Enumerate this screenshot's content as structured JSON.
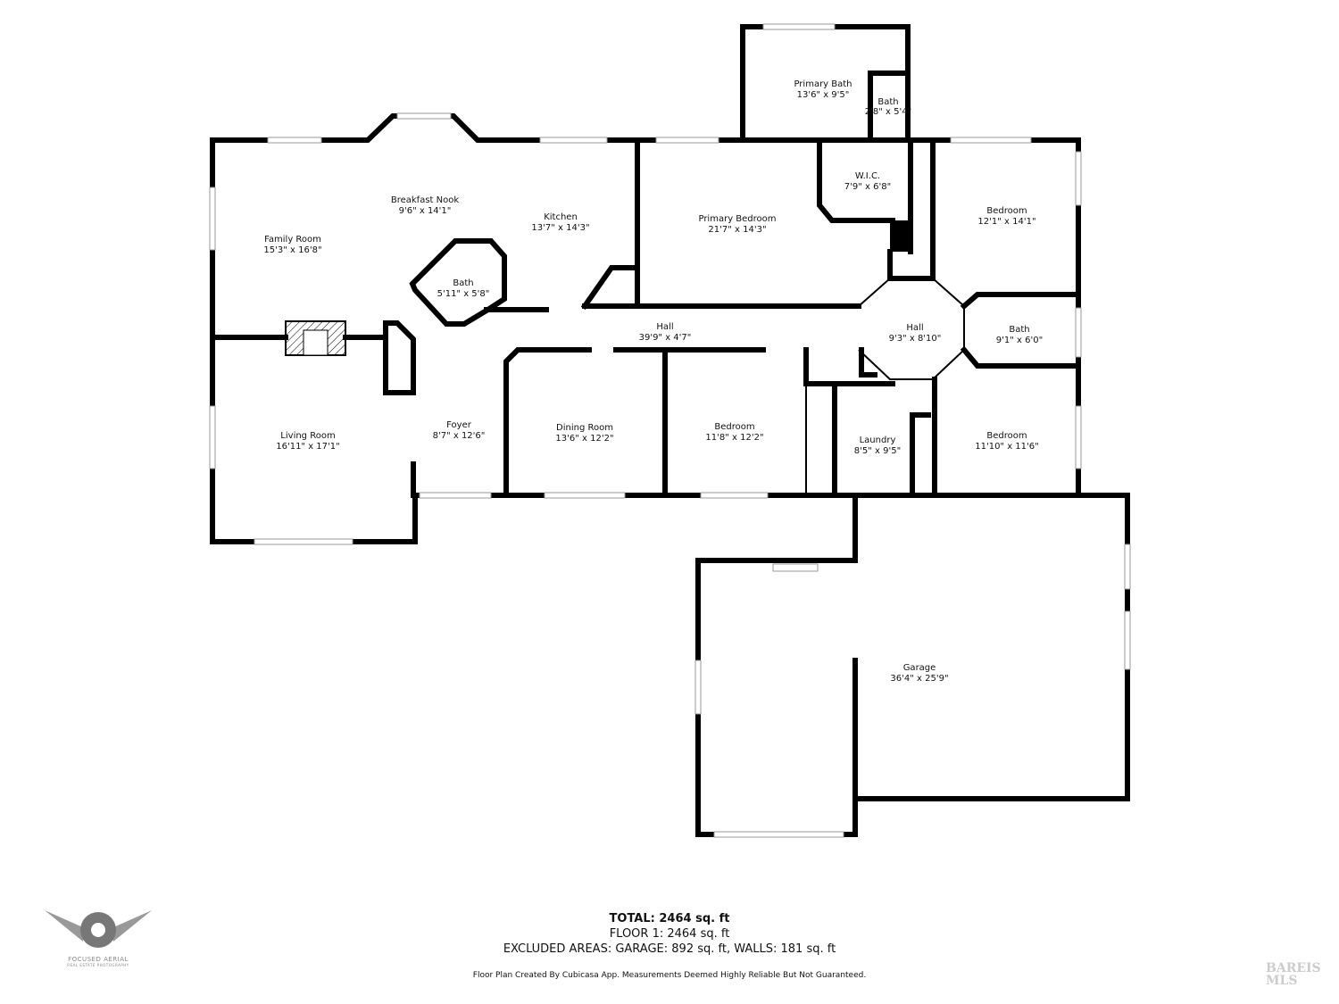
{
  "rooms": [
    {
      "name": "Primary Bath",
      "dims": "13'6\" x 9'5\""
    },
    {
      "name": "Bath",
      "dims": "2'8\" x 5'4\""
    },
    {
      "name": "W.I.C.",
      "dims": "7'9\" x 6'8\""
    },
    {
      "name": "Bedroom",
      "dims": "12'1\" x 14'1\""
    },
    {
      "name": "Breakfast Nook",
      "dims": "9'6\" x 14'1\""
    },
    {
      "name": "Kitchen",
      "dims": "13'7\" x 14'3\""
    },
    {
      "name": "Primary Bedroom",
      "dims": "21'7\" x 14'3\""
    },
    {
      "name": "Family Room",
      "dims": "15'3\" x 16'8\""
    },
    {
      "name": "Bath",
      "dims": "5'11\" x 5'8\""
    },
    {
      "name": "Hall",
      "dims": "39'9\" x 4'7\""
    },
    {
      "name": "Hall",
      "dims": "9'3\" x 8'10\""
    },
    {
      "name": "Bath",
      "dims": "9'1\" x 6'0\""
    },
    {
      "name": "Foyer",
      "dims": "8'7\" x 12'6\""
    },
    {
      "name": "Dining Room",
      "dims": "13'6\" x 12'2\""
    },
    {
      "name": "Bedroom",
      "dims": "11'8\" x 12'2\""
    },
    {
      "name": "Laundry",
      "dims": "8'5\" x 9'5\""
    },
    {
      "name": "Bedroom",
      "dims": "11'10\" x 11'6\""
    },
    {
      "name": "Living Room",
      "dims": "16'11\" x 17'1\""
    },
    {
      "name": "Garage",
      "dims": "36'4\" x 25'9\""
    }
  ],
  "summary": {
    "total": "TOTAL: 2464 sq. ft",
    "floor1": "FLOOR 1: 2464 sq. ft",
    "excluded": "EXCLUDED AREAS: GARAGE: 892 sq. ft, WALLS: 181 sq. ft",
    "disclaimer": "Floor Plan Created By Cubicasa App. Measurements Deemed Highly Reliable But Not Guaranteed."
  },
  "logo": {
    "name": "FOCUSED AERIAL",
    "tagline": "REAL ESTATE PHOTOGRAPHY"
  },
  "mls_logo": "BAREIS MLS"
}
